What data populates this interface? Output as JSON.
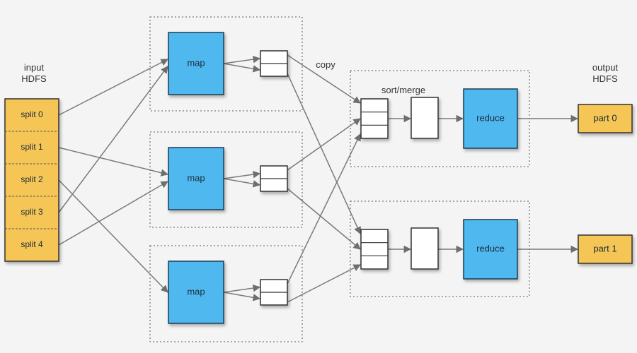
{
  "diagram": {
    "input_label": [
      "input",
      "HDFS"
    ],
    "output_label": [
      "output",
      "HDFS"
    ],
    "copy_label": "copy",
    "sort_merge_label": "sort/merge",
    "splits": [
      "split 0",
      "split 1",
      "split 2",
      "split 3",
      "split 4"
    ],
    "maps": [
      {
        "label": "map",
        "inputs": [
          0,
          3
        ]
      },
      {
        "label": "map",
        "inputs": [
          1,
          4
        ]
      },
      {
        "label": "map",
        "inputs": [
          2
        ]
      }
    ],
    "reducers": [
      {
        "label": "reduce",
        "output": "part 0",
        "inputs_from_maps": [
          0,
          1,
          2
        ]
      },
      {
        "label": "reduce",
        "output": "part 1",
        "inputs_from_maps": [
          0,
          1,
          2
        ]
      }
    ],
    "colors": {
      "split_fill": "#f5c656",
      "map_fill": "#4fb8ee",
      "reduce_fill": "#4fb8ee",
      "part_fill": "#f5c656",
      "line": "#7a7a7a",
      "border": "#333333"
    }
  }
}
